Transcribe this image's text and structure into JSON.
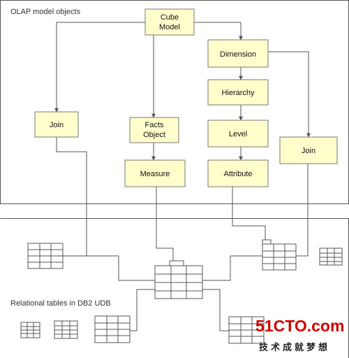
{
  "regions": {
    "olap_label": "OLAP model objects",
    "relational_label": "Relational tables in DB2 UDB"
  },
  "nodes": {
    "cube_model": [
      "Cube",
      "Model"
    ],
    "dimension": [
      "Dimension"
    ],
    "hierarchy": [
      "Hierarchy"
    ],
    "level": [
      "Level"
    ],
    "attribute": [
      "Attribute"
    ],
    "join_left": [
      "Join"
    ],
    "facts_object": [
      "Facts",
      "Object"
    ],
    "measure": [
      "Measure"
    ],
    "join_right": [
      "Join"
    ]
  },
  "watermark": {
    "main": "51CTO.com",
    "sub": "技术成就梦想",
    "color": "#d00000"
  },
  "colors": {
    "node_fill": "#ffffcc",
    "table_header": "#cccccc",
    "line": "#555555"
  }
}
